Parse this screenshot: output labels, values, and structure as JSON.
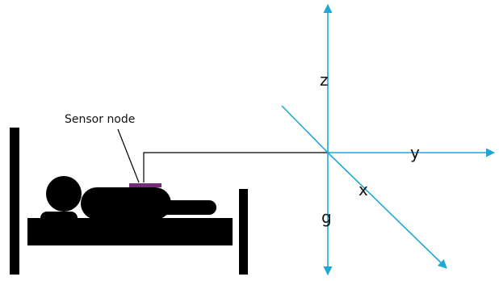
{
  "labels": {
    "sensor": "Sensor node",
    "z_axis": "z",
    "y_axis": "y",
    "x_axis": "x",
    "g_axis": "g"
  },
  "colors": {
    "axis": "#1fa7d6",
    "ink": "#000000",
    "sensor_pad": "#7b2a7b"
  }
}
